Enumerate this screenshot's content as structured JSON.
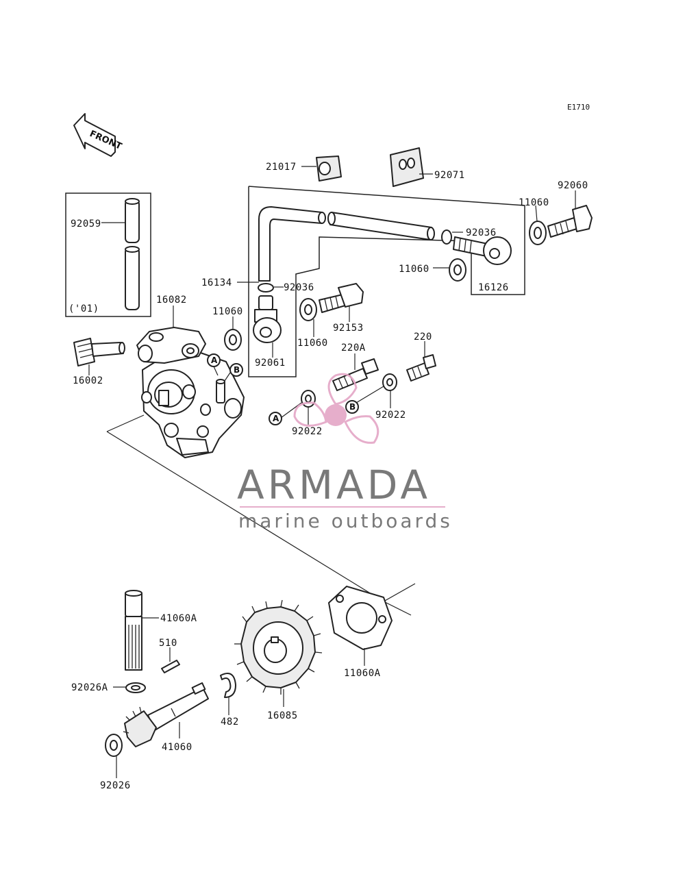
{
  "diagram_code": "E1710",
  "front_arrow_label": "FRONT",
  "parts": {
    "p21017": "21017",
    "p92071": "92071",
    "p92060": "92060",
    "p11060_tr": "11060",
    "p92036_r": "92036",
    "p11060_mr": "11060",
    "p16126": "16126",
    "p16134": "16134",
    "p92036_l": "92036",
    "p92153": "92153",
    "p11060_c": "11060",
    "p92061": "92061",
    "p11060_l": "11060",
    "p16082": "16082",
    "p16002": "16002",
    "p92059": "92059",
    "p92059_year": "('01)",
    "p220A": "220A",
    "p220": "220",
    "p92022_r": "92022",
    "p92022_l": "92022",
    "p41060A": "41060A",
    "p510": "510",
    "p92026A": "92026A",
    "p41060": "41060",
    "p482": "482",
    "p16085": "16085",
    "p11060A": "11060A",
    "p92026": "92026"
  },
  "callouts": {
    "a": "A",
    "b": "B"
  },
  "watermark": {
    "title": "ARMADA",
    "subtitle": "marine outboards",
    "title_color": "#6b6b6b",
    "accent_color": "#e4a6c6"
  }
}
